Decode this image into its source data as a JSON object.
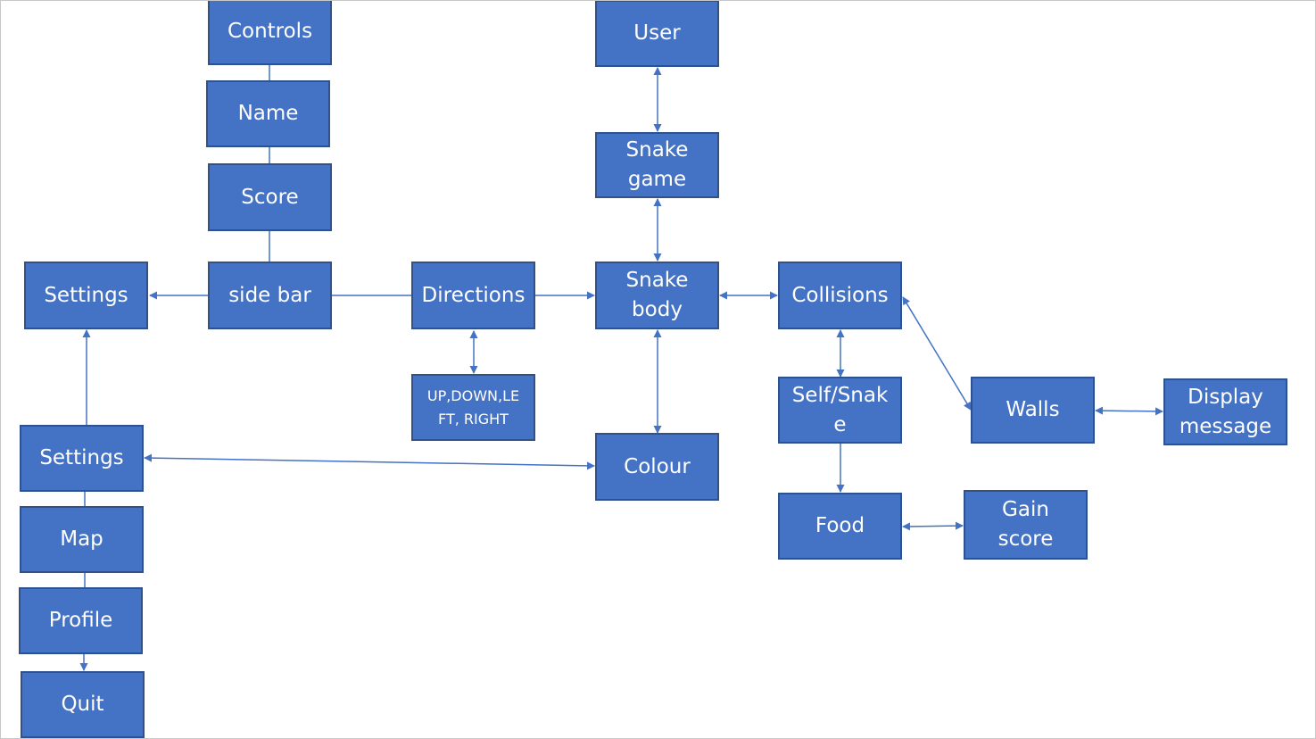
{
  "colors": {
    "box_fill": "#4472c4",
    "box_border": "#2f528f",
    "box_text": "#ffffff",
    "connector": "#4472c4"
  },
  "nodes": {
    "controls": "Controls",
    "name": "Name",
    "score": "Score",
    "side_bar": "side bar",
    "settings_top": "Settings",
    "directions": "Directions",
    "up_down": "UP,DOWN,LE\nFT, RIGHT",
    "user": "User",
    "snake_game": "Snake\ngame",
    "snake_body": "Snake\nbody",
    "collisions": "Collisions",
    "self_snake": "Self/Snak\ne",
    "walls": "Walls",
    "display_message": "Display\nmessage",
    "food": "Food",
    "gain_score": "Gain\nscore",
    "colour": "Colour",
    "settings_bottom": "Settings",
    "map": "Map",
    "profile": "Profile",
    "quit": "Quit"
  }
}
